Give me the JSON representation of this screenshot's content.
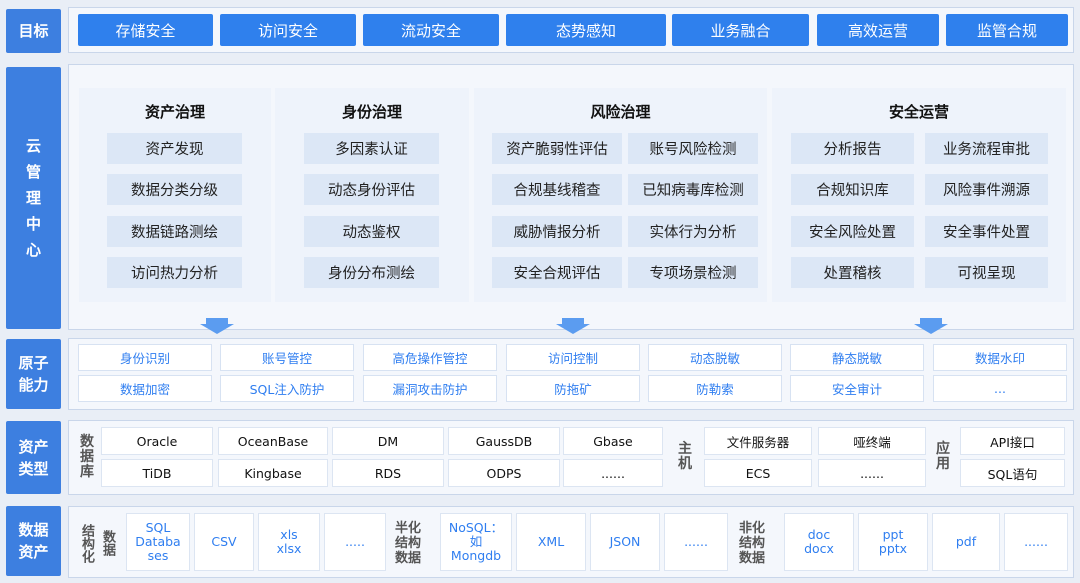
{
  "labels": {
    "goal": "目标",
    "cloud": "云\n管\n理\n中\n心",
    "atomic": "原子\n能力",
    "asset_type": "资产\n类型",
    "data_asset": "数据\n资产"
  },
  "goals": [
    "存储安全",
    "访问安全",
    "流动安全",
    "态势感知",
    "业务融合",
    "高效运营",
    "监管合规"
  ],
  "sections": [
    {
      "title": "资产治理",
      "items": [
        "资产发现",
        "数据分类分级",
        "数据链路测绘",
        "访问热力分析"
      ]
    },
    {
      "title": "身份治理",
      "items": [
        "多因素认证",
        "动态身份评估",
        "动态鉴权",
        "身份分布测绘"
      ]
    },
    {
      "title": "风险治理",
      "items": [
        "资产脆弱性评估",
        "账号风险检测",
        "合规基线稽查",
        "已知病毒库检测",
        "威胁情报分析",
        "实体行为分析",
        "安全合规评估",
        "专项场景检测"
      ]
    },
    {
      "title": "安全运营",
      "items": [
        "分析报告",
        "业务流程审批",
        "合规知识库",
        "风险事件溯源",
        "安全风险处置",
        "安全事件处置",
        "处置稽核",
        "可视呈现"
      ]
    }
  ],
  "atomic": [
    "身份识别",
    "账号管控",
    "高危操作管控",
    "访问控制",
    "动态脱敏",
    "静态脱敏",
    "数据水印",
    "数据加密",
    "SQL注入防护",
    "漏洞攻击防护",
    "防拖矿",
    "防勒索",
    "安全审计",
    "..."
  ],
  "asset_types": {
    "db_label": "数\n据\n库",
    "db": [
      "Oracle",
      "OceanBase",
      "DM",
      "GaussDB",
      "Gbase",
      "TiDB",
      "Kingbase",
      "RDS",
      "ODPS",
      "......"
    ],
    "host_label": "主\n机",
    "host": [
      "文件服务器",
      "哑终端",
      "ECS",
      "......"
    ],
    "app_label": "应\n用",
    "app": [
      "API接口",
      "SQL语句"
    ]
  },
  "data_assets": {
    "structured_label": "结构化",
    "structured_label2": "数据",
    "structured": [
      "SQL\nDataba\nses",
      "CSV",
      "xls\nxlsx",
      "....."
    ],
    "semi_label": "半化\n结构\n数据",
    "semi": [
      "NoSQL：\n如\nMongdb",
      "XML",
      "JSON",
      "......"
    ],
    "unstructured_label": "非化\n结构\n数据",
    "unstructured": [
      "doc\ndocx",
      "ppt\npptx",
      "pdf",
      "......"
    ]
  },
  "colors": {
    "accent": "#2f80ed",
    "label_bg": "#3d7fe0",
    "atom_text": "#2f7ef0"
  }
}
